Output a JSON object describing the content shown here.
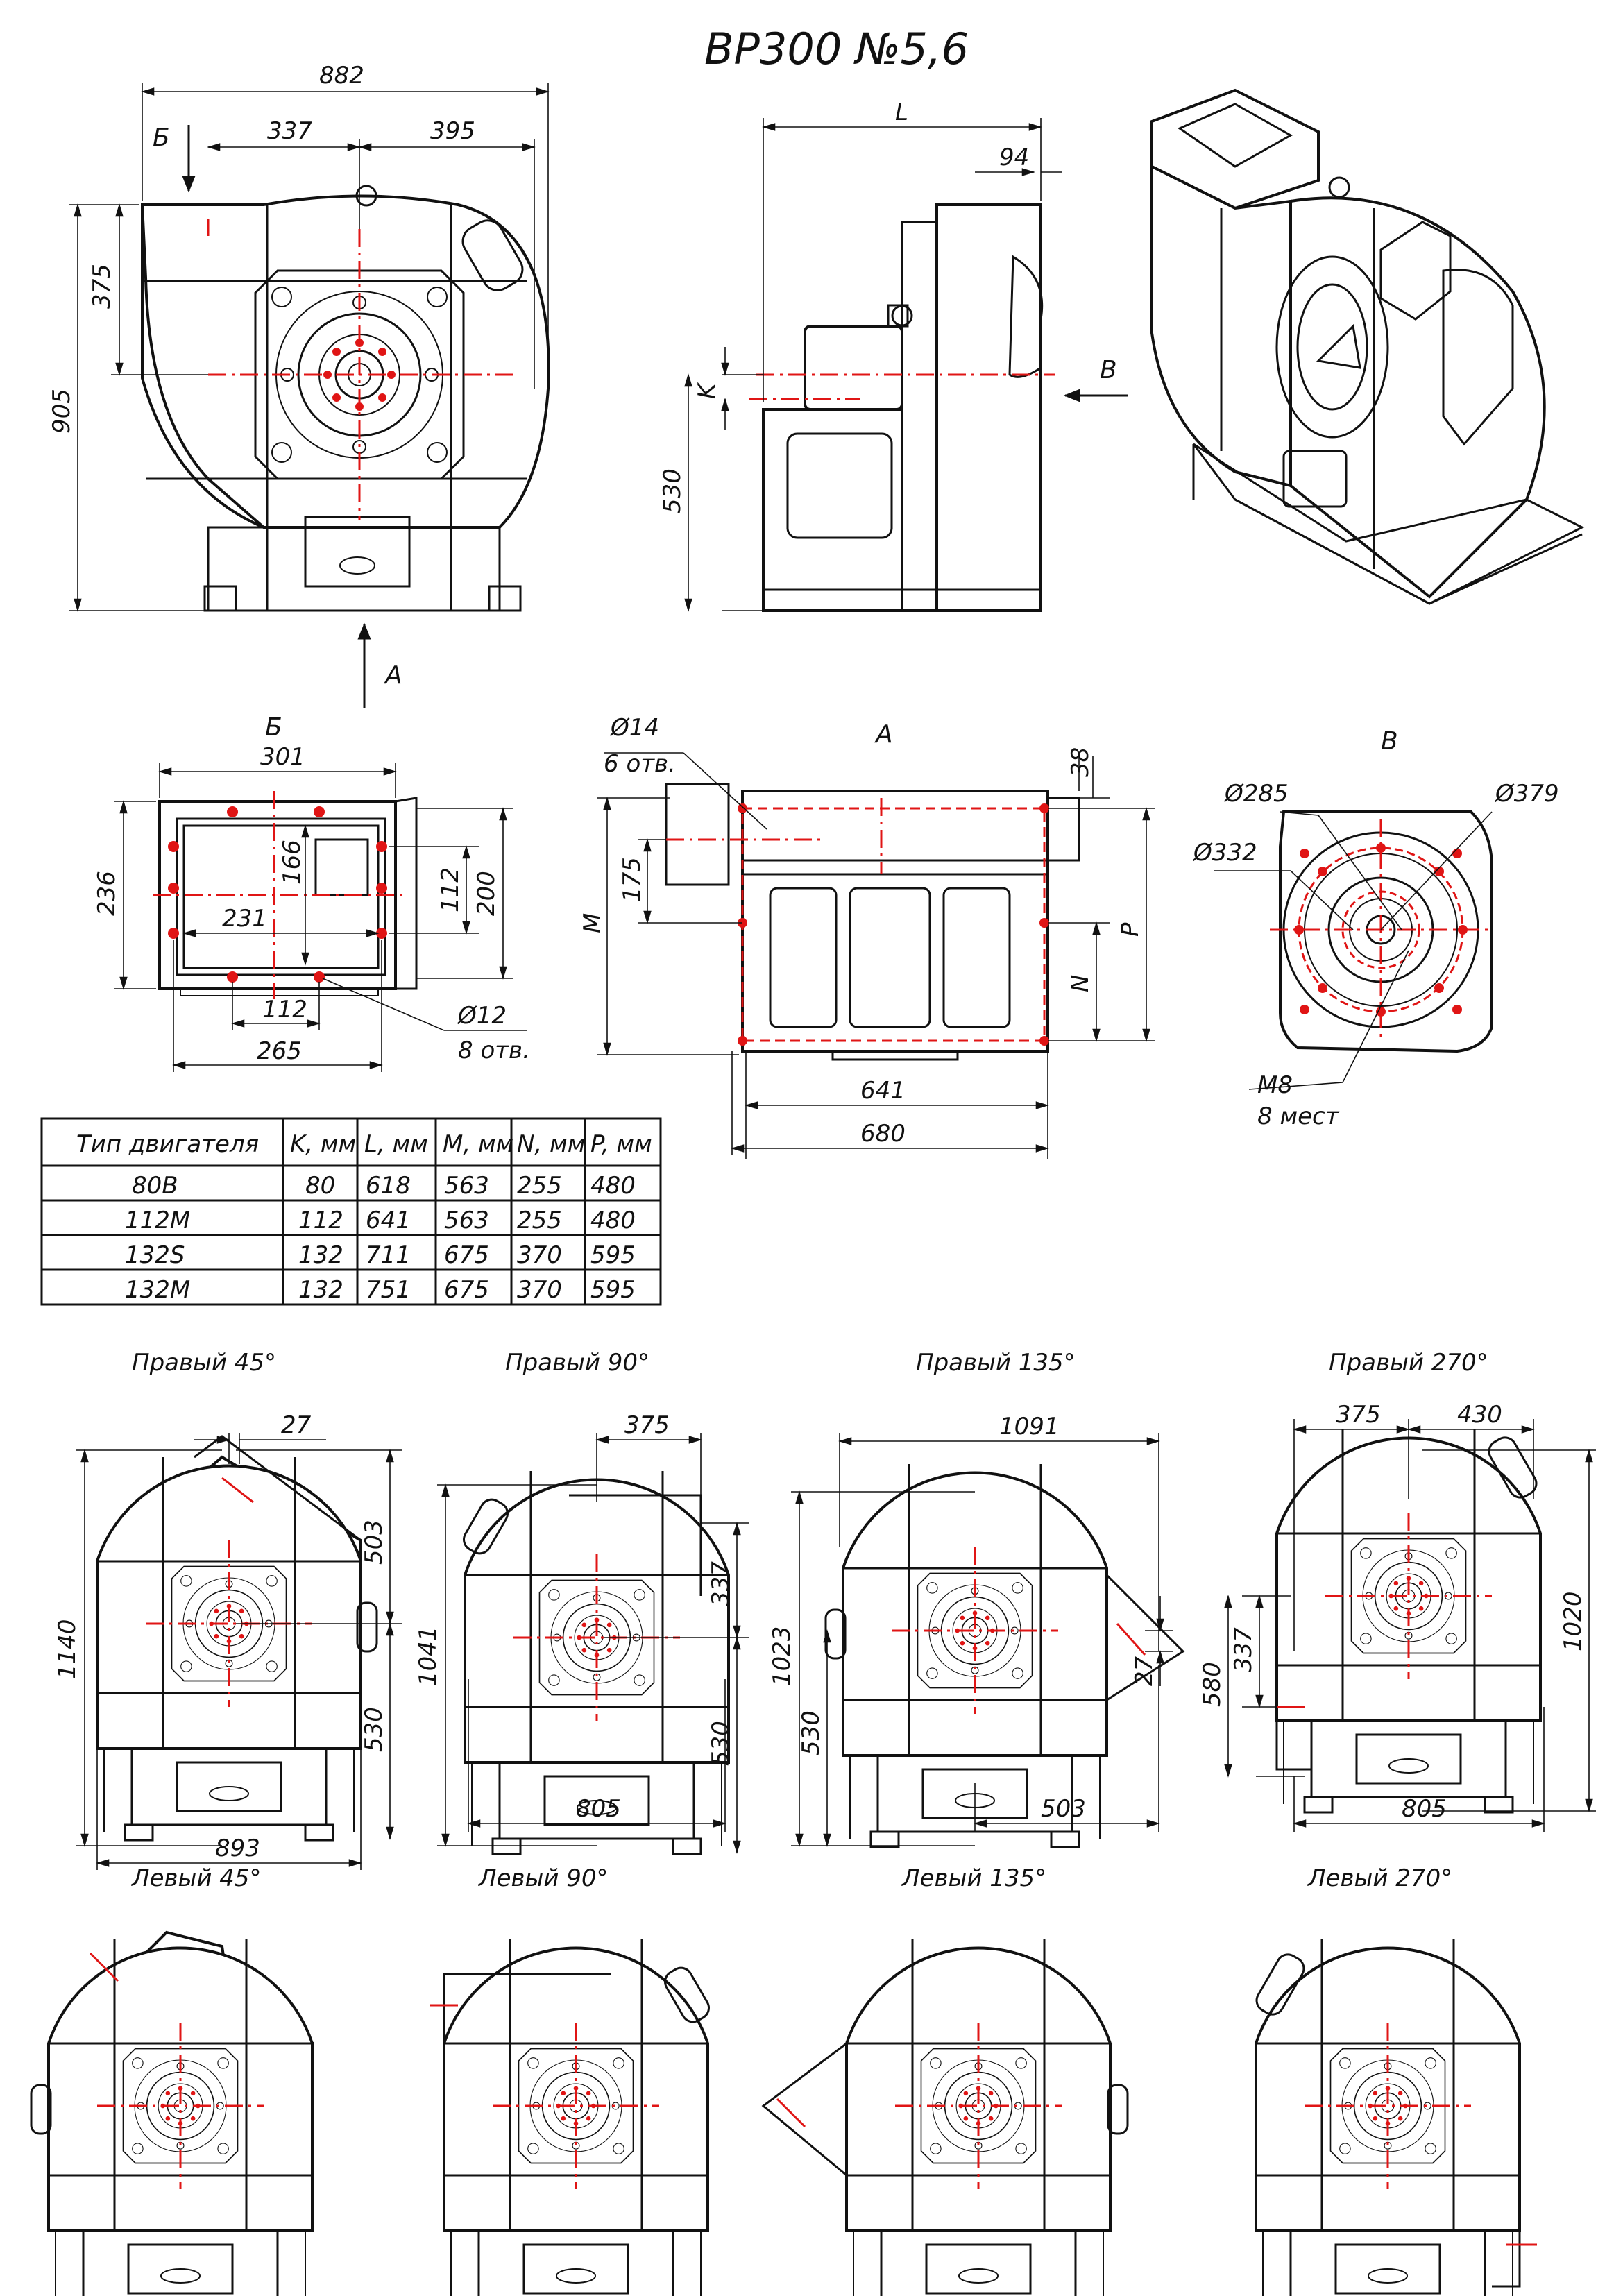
{
  "title": "ВР300 №5,6",
  "top_view": {
    "dims": {
      "overall_width": "882",
      "left_part": "337",
      "right_part": "395",
      "height": "905",
      "upper": "375"
    },
    "arrow_b": "Б",
    "arrow_a": "А"
  },
  "side_view": {
    "dims": {
      "length": "L",
      "offset": "94",
      "k": "K",
      "height": "530"
    },
    "arrow_v": "В"
  },
  "view_b": {
    "label": "Б",
    "dims": {
      "width": "301",
      "height": "236",
      "inner_h": "166",
      "inner_w": "231",
      "right_h1": "112",
      "right_h2": "200",
      "bottom_112": "112",
      "bottom_265": "265"
    },
    "hole": "Ø12",
    "hole_count": "8 отв."
  },
  "view_a": {
    "label": "А",
    "dims": {
      "top": "38",
      "left_175": "175",
      "m": "M",
      "n": "N",
      "p": "P",
      "w641": "641",
      "w680": "680"
    },
    "hole": "Ø14",
    "hole_count": "6 отв."
  },
  "view_v": {
    "label": "В",
    "d285": "Ø285",
    "d379": "Ø379",
    "d332": "Ø332",
    "thread": "М8",
    "thread_count": "8 мест"
  },
  "table": {
    "headers": [
      "Тип двигателя",
      "K, мм",
      "L, мм",
      "M, мм",
      "N, мм",
      "P, мм"
    ],
    "rows": [
      [
        "80В",
        "80",
        "618",
        "563",
        "255",
        "480"
      ],
      [
        "112М",
        "112",
        "641",
        "563",
        "255",
        "480"
      ],
      [
        "132S",
        "132",
        "711",
        "675",
        "370",
        "595"
      ],
      [
        "132М",
        "132",
        "751",
        "675",
        "370",
        "595"
      ]
    ]
  },
  "orientations_right": [
    {
      "label": "Правый 45°",
      "dims": [
        "27",
        "1140",
        "503",
        "530",
        "893"
      ]
    },
    {
      "label": "Правый 90°",
      "dims": [
        "375",
        "1041",
        "337",
        "530",
        "805"
      ]
    },
    {
      "label": "Правый 135°",
      "dims": [
        "1091",
        "1023",
        "530",
        "27",
        "503"
      ]
    },
    {
      "label": "Правый 270°",
      "dims": [
        "375",
        "430",
        "1020",
        "337",
        "580",
        "805"
      ]
    }
  ],
  "orientations_left": [
    {
      "label": "Левый 45°"
    },
    {
      "label": "Левый 90°"
    },
    {
      "label": "Левый 135°"
    },
    {
      "label": "Левый 270°"
    }
  ],
  "accent_color": "#e01515",
  "line_color": "#111111"
}
